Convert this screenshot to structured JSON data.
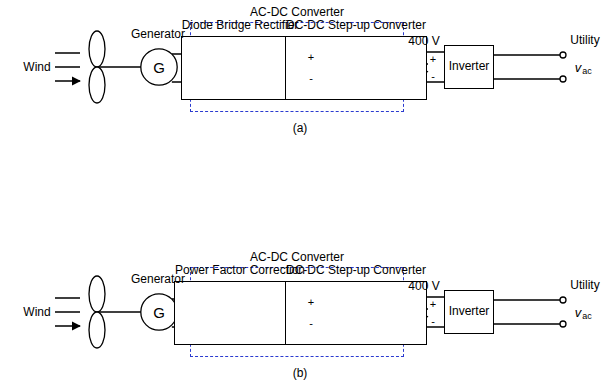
{
  "diagram": {
    "nodes": [
      {
        "text": [
          "G"
        ]
      },
      {
        "text": [
          "AC-DC Converter"
        ]
      },
      {
        "text": [
          "Diode Bridge Rectifier"
        ],
        "in": 1
      },
      {
        "text": [
          "DC-DC Step-up Converter"
        ],
        "in": 1
      },
      {
        "text": [
          "Inverter"
        ]
      },
      {
        "text": [
          "G"
        ]
      },
      {
        "text": [
          "AC-DC Converter"
        ]
      },
      {
        "text": [
          "Power Factor Correction"
        ],
        "in": 6
      },
      {
        "text": [
          "DC-DC Step-up Converter"
        ],
        "in": 6
      },
      {
        "text": [
          "Inverter"
        ]
      }
    ],
    "edges": [
      {
        "from": 0,
        "to": 2,
        "arrow": "none"
      },
      {
        "from": 2,
        "to": 3,
        "arrow": "none"
      },
      {
        "from": 3,
        "to": 4,
        "arrow": "none"
      },
      {
        "from": 5,
        "to": 7,
        "arrow": "none"
      },
      {
        "from": 7,
        "to": 8,
        "arrow": "none"
      },
      {
        "from": 8,
        "to": 9,
        "arrow": "none"
      }
    ],
    "labels": [
      "Wind",
      "Generator",
      "+",
      "-",
      "400 V",
      "+",
      "-",
      "Utility",
      "v",
      "ac",
      "(a)",
      "Wind",
      "Generator",
      "+",
      "-",
      "400 V",
      "+",
      "-",
      "Utility",
      "v",
      "ac",
      "(b)"
    ]
  }
}
